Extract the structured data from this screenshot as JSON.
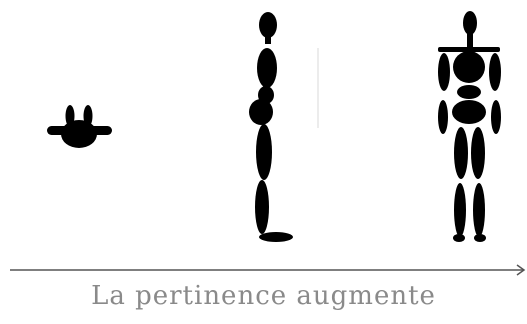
{
  "caption": "La pertinence augmente",
  "colors": {
    "figure": "#000000",
    "axis": "#555555",
    "caption": "#8a8a8a",
    "background": "#ffffff"
  },
  "figures": [
    {
      "view": "top"
    },
    {
      "view": "side"
    },
    {
      "view": "front"
    }
  ]
}
